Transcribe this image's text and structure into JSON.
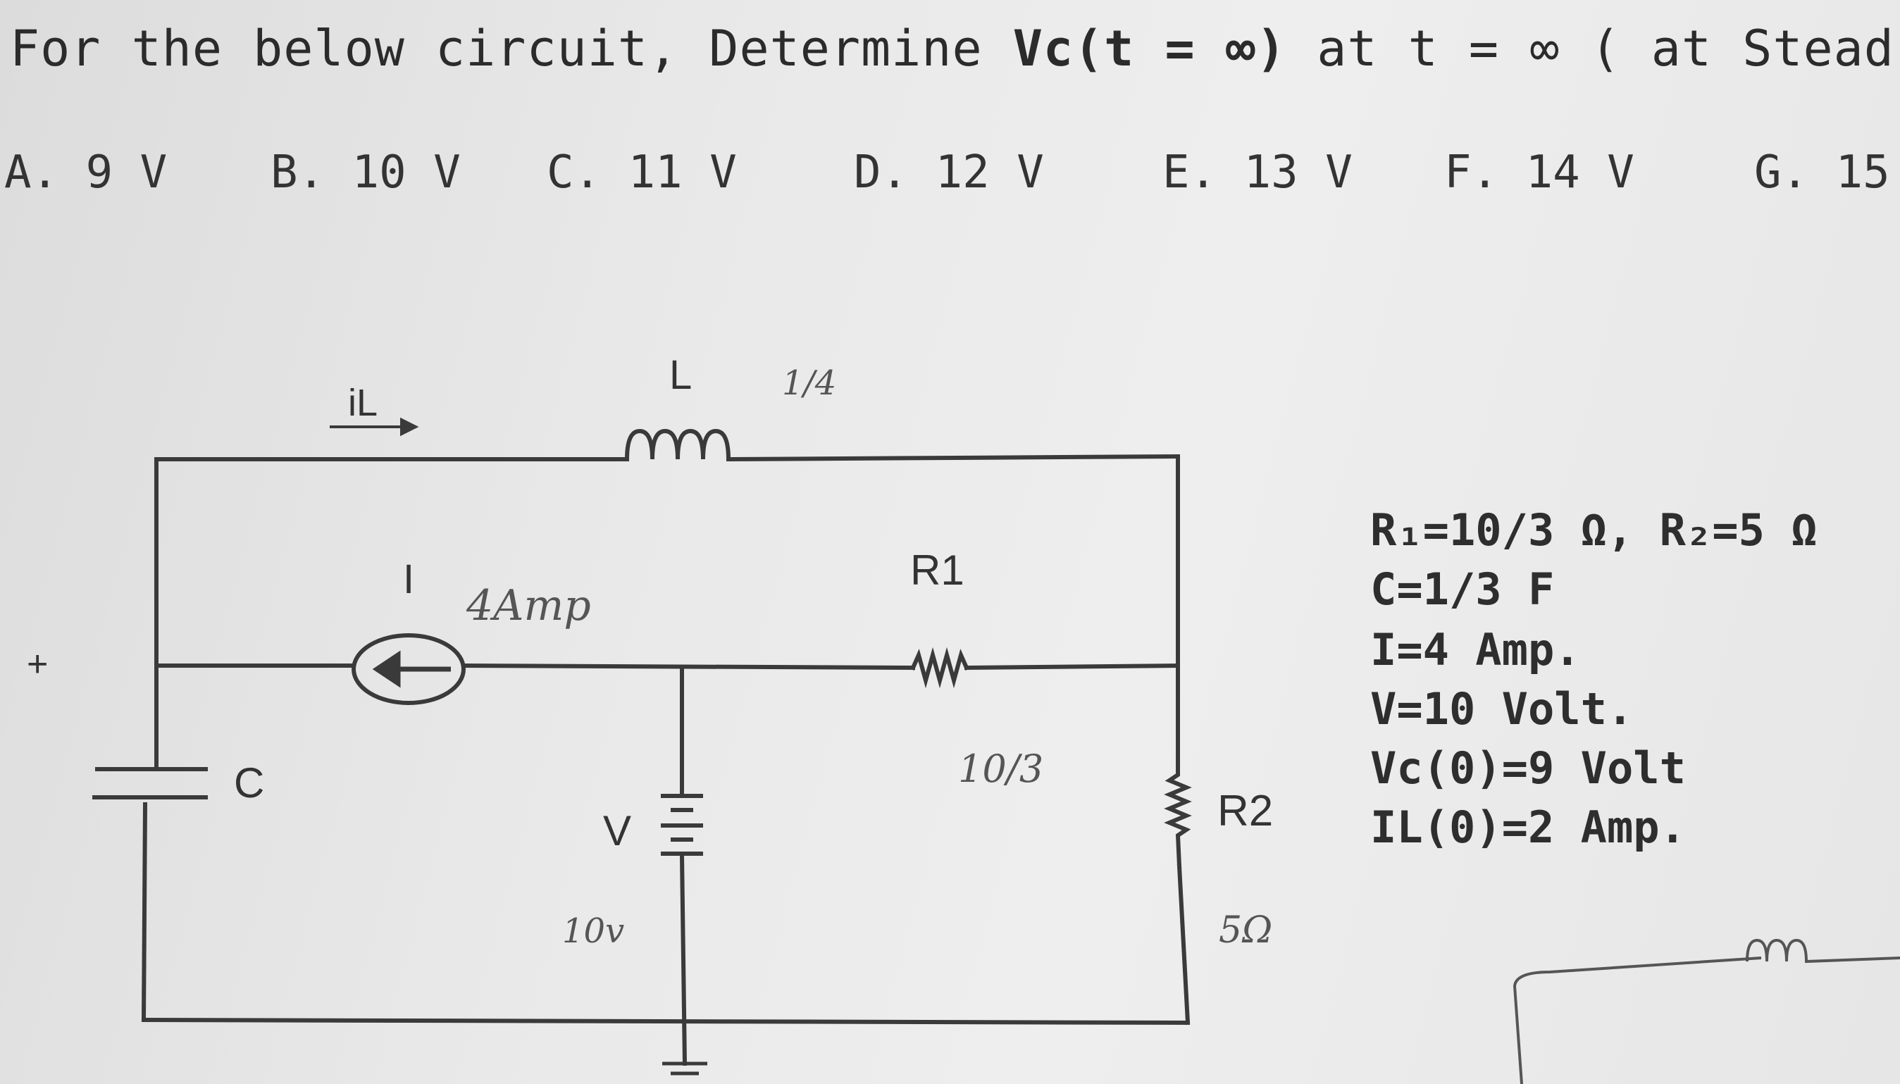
{
  "question": {
    "prefix": "For the below circuit, Determine ",
    "bold_part": "Vc(t = ∞)",
    "suffix": " at t = ∞ ( at Stead"
  },
  "options": [
    {
      "letter": "A.",
      "value": "9 V"
    },
    {
      "letter": "B.",
      "value": "10 V"
    },
    {
      "letter": "C.",
      "value": "11 V"
    },
    {
      "letter": "D.",
      "value": "12 V"
    },
    {
      "letter": "E.",
      "value": "13 V"
    },
    {
      "letter": "F.",
      "value": "14 V"
    },
    {
      "letter": "G.",
      "value": "15"
    }
  ],
  "circuit": {
    "current_label": "iL",
    "inductor_label": "L",
    "source_label": "I",
    "r1_label": "R1",
    "cap_label": "C",
    "voltage_label": "V",
    "r2_label": "R2",
    "plus_sign": "+",
    "handwritten": {
      "source_value": "4Amp",
      "r1_value": "10/3",
      "v_value": "10v",
      "r2_value": "5Ω",
      "inductor_value": "1/4"
    }
  },
  "given": [
    {
      "text": "R₁=10/3 Ω, R₂=5 Ω"
    },
    {
      "text": "C=1/3 F"
    },
    {
      "text": "I=4 Amp."
    },
    {
      "text": "V=10 Volt."
    },
    {
      "text": "Vc(0)=9 Volt"
    },
    {
      "text": "IL(0)=2 Amp."
    }
  ]
}
